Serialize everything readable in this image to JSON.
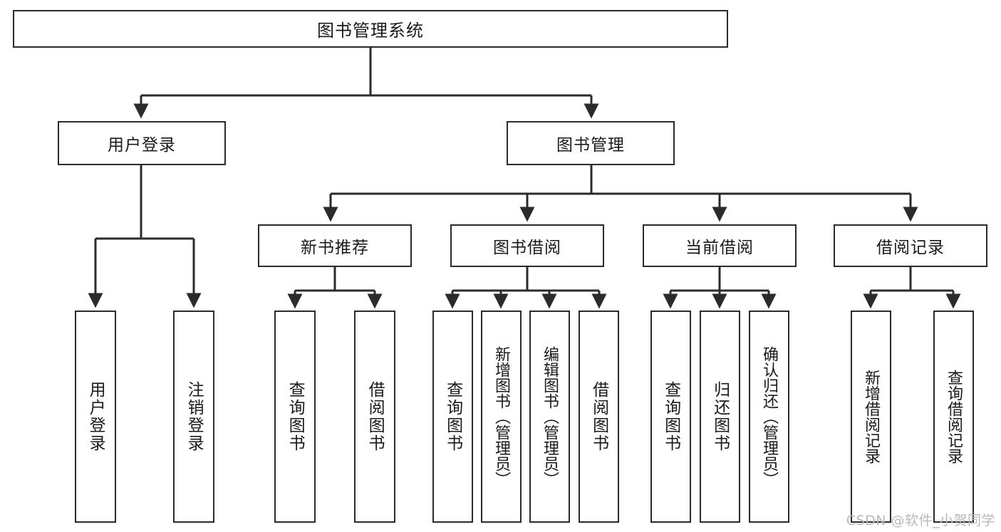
{
  "diagram": {
    "title": "图书管理系统",
    "watermark": "CSDN @软件_小贺同学",
    "line_color": "#2b2b2b",
    "box_fill": "#ffffff",
    "text_color": "#1a1a1a",
    "root": {
      "label": "图书管理系统"
    },
    "level2": [
      {
        "label": "用户登录"
      },
      {
        "label": "图书管理"
      }
    ],
    "level3": [
      {
        "label": "新书推荐"
      },
      {
        "label": "图书借阅"
      },
      {
        "label": "当前借阅"
      },
      {
        "label": "借阅记录"
      }
    ],
    "leaves": {
      "user_login": [
        {
          "label": "用户登录"
        },
        {
          "label": "注销登录"
        }
      ],
      "new_book_recommend": [
        {
          "label": "查询图书"
        },
        {
          "label": "借阅图书"
        }
      ],
      "book_borrow": [
        {
          "label": "查询图书"
        },
        {
          "label": "新增图书（管理员）"
        },
        {
          "label": "编辑图书（管理员）"
        },
        {
          "label": "借阅图书"
        }
      ],
      "current_borrow": [
        {
          "label": "查询图书"
        },
        {
          "label": "归还图书"
        },
        {
          "label": "确认归还（管理员）"
        }
      ],
      "borrow_record": [
        {
          "label": "新增借阅记录"
        },
        {
          "label": "查询借阅记录"
        }
      ]
    }
  }
}
